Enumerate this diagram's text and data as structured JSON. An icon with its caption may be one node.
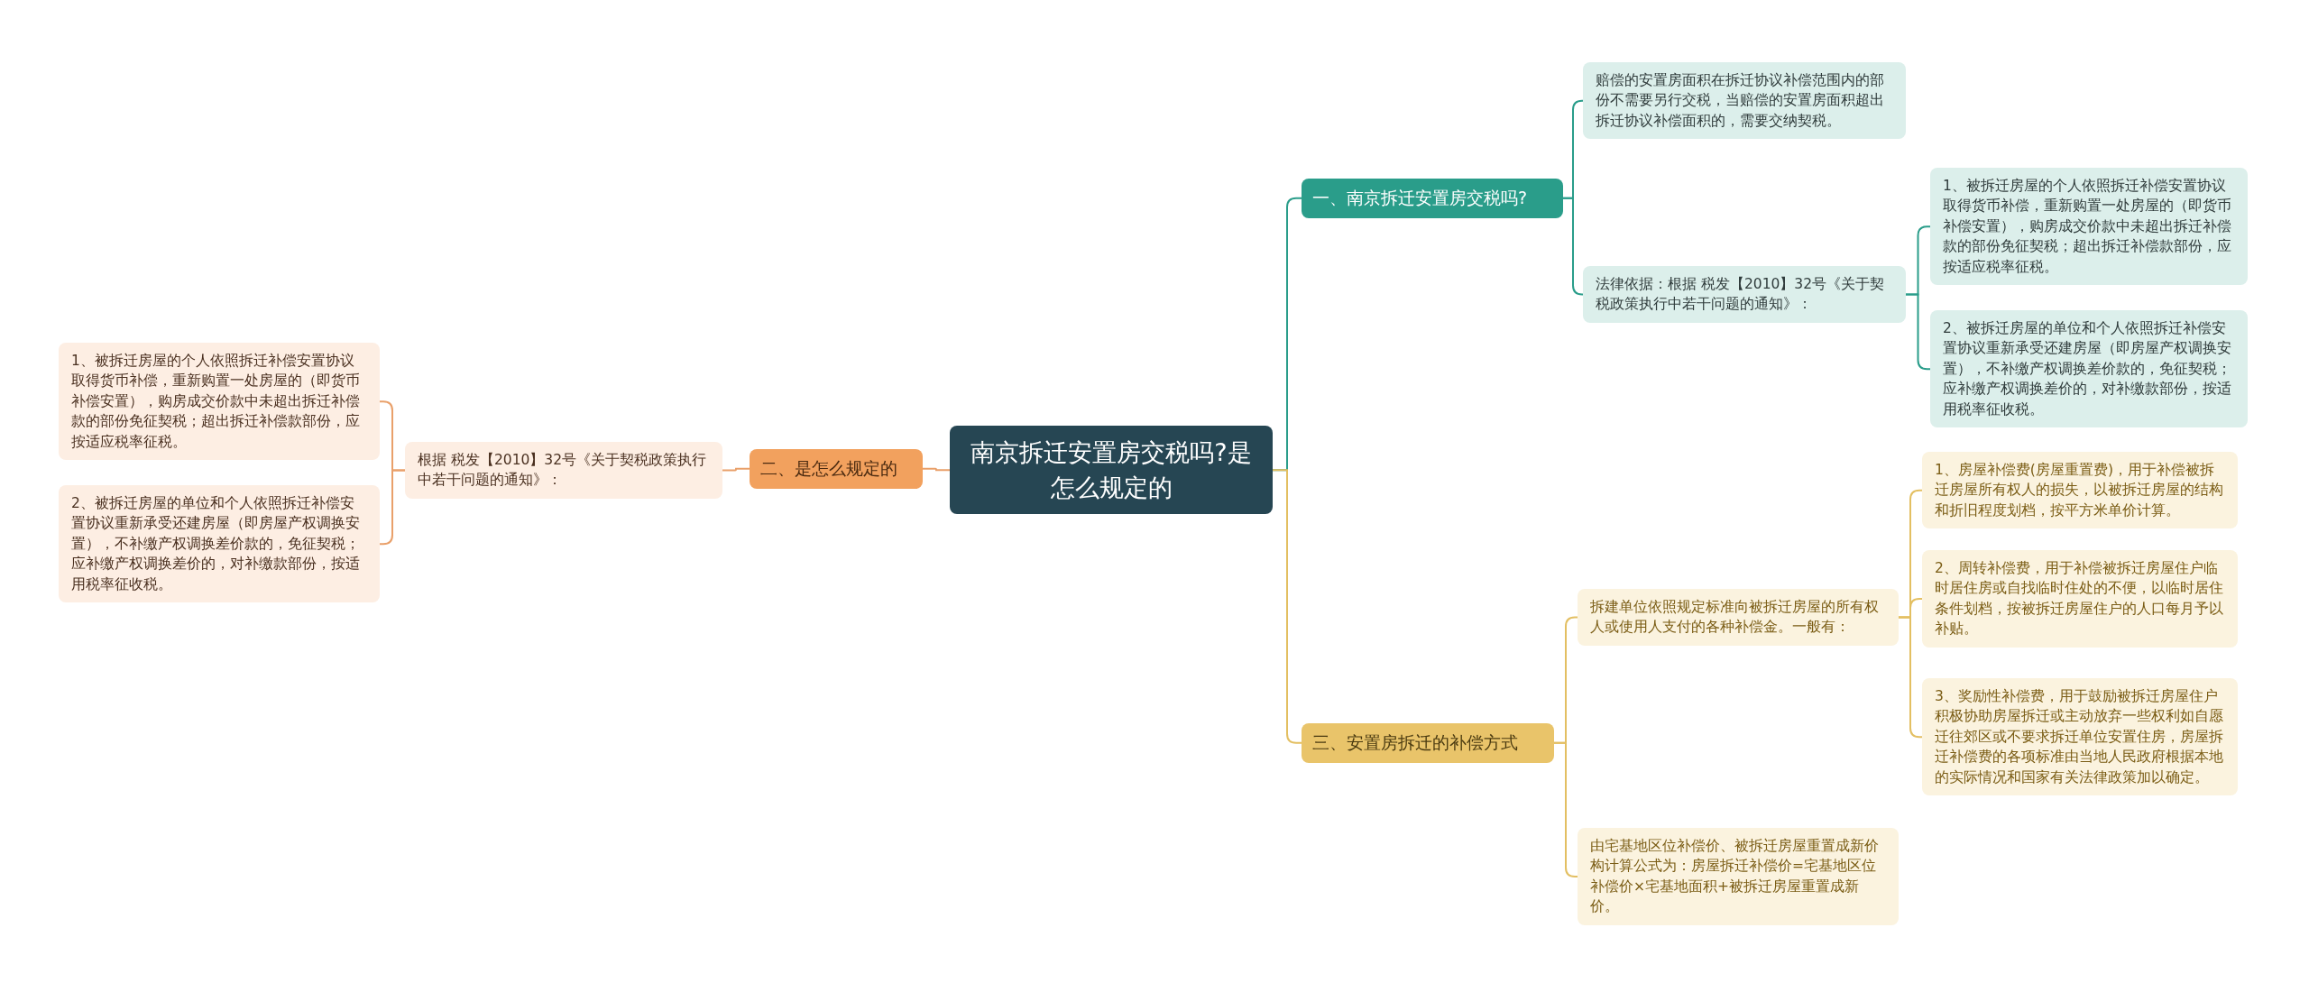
{
  "diagram": {
    "nodes": [
      {
        "text": [
          "南京拆迁安置房交税吗?是怎么规定的"
        ]
      },
      {
        "text": [
          "一、南京拆迁安置房交税吗?"
        ]
      },
      {
        "text": [
          "赔偿的安置房面积在拆迁协议补偿范围内的部份不需要另行交税，当赔偿的安置房面积超出拆迁协议补偿面积的，需要交纳契税。"
        ]
      },
      {
        "text": [
          "法律依据：根据 税发【2010】32号《关于契税政策执行中若干问题的通知》："
        ]
      },
      {
        "text": [
          "1、被拆迁房屋的个人依照拆迁补偿安置协议取得货币补偿，重新购置一处房屋的（即货币补偿安置），购房成交价款中未超出拆迁补偿款的部份免征契税；超出拆迁补偿款部份，应按适应税率征税。"
        ]
      },
      {
        "text": [
          "2、被拆迁房屋的单位和个人依照拆迁补偿安置协议重新承受还建房屋（即房屋产权调换安置），不补缴产权调换差价款的，免征契税；应补缴产权调换差价的，对补缴款部份，按适用税率征收税。"
        ]
      },
      {
        "text": [
          "二、是怎么规定的"
        ]
      },
      {
        "text": [
          "根据 税发【2010】32号《关于契税政策执行中若干问题的通知》："
        ]
      },
      {
        "text": [
          "1、被拆迁房屋的个人依照拆迁补偿安置协议取得货币补偿，重新购置一处房屋的（即货币补偿安置），购房成交价款中未超出拆迁补偿款的部份免征契税；超出拆迁补偿款部份，应按适应税率征税。"
        ]
      },
      {
        "text": [
          "2、被拆迁房屋的单位和个人依照拆迁补偿安置协议重新承受还建房屋（即房屋产权调换安置），不补缴产权调换差价款的，免征契税；应补缴产权调换差价的，对补缴款部份，按适用税率征收税。"
        ]
      },
      {
        "text": [
          "三、安置房拆迁的补偿方式"
        ]
      },
      {
        "text": [
          "拆建单位依照规定标准向被拆迁房屋的所有权人或使用人支付的各种补偿金。一般有："
        ]
      },
      {
        "text": [
          "1、房屋补偿费(房屋重置费)，用于补偿被拆迁房屋所有权人的损失，以被拆迁房屋的结构和折旧程度划档，按平方米单价计算。"
        ]
      },
      {
        "text": [
          "2、周转补偿费，用于补偿被拆迁房屋住户临时居住房或自找临时住处的不便，以临时居住条件划档，按被拆迁房屋住户的人口每月予以补贴。"
        ]
      },
      {
        "text": [
          "3、奖励性补偿费，用于鼓励被拆迁房屋住户积极协助房屋拆迁或主动放弃一些权利如自愿迁往郊区或不要求拆迁单位安置住房，房屋拆迁补偿费的各项标准由当地人民政府根据本地的实际情况和国家有关法律政策加以确定。"
        ]
      },
      {
        "text": [
          "由宅基地区位补偿价、被拆迁房屋重置成新价构计算公式为：房屋拆迁补偿价=宅基地区位补偿价×宅基地面积+被拆迁房屋重置成新价。"
        ]
      }
    ],
    "edges": [
      {
        "from": 0,
        "to": 1,
        "arrow": "none",
        "color": "#2a9d8a"
      },
      {
        "from": 1,
        "to": 2,
        "arrow": "none",
        "color": "#2a9d8a"
      },
      {
        "from": 1,
        "to": 3,
        "arrow": "none",
        "color": "#2a9d8a"
      },
      {
        "from": 3,
        "to": 4,
        "arrow": "none",
        "color": "#2a9d8a"
      },
      {
        "from": 3,
        "to": 5,
        "arrow": "none",
        "color": "#2a9d8a"
      },
      {
        "from": 0,
        "to": 6,
        "arrow": "none",
        "color": "#e9a06a"
      },
      {
        "from": 6,
        "to": 7,
        "arrow": "none",
        "color": "#e9a06a"
      },
      {
        "from": 7,
        "to": 8,
        "arrow": "none",
        "color": "#e9a06a"
      },
      {
        "from": 7,
        "to": 9,
        "arrow": "none",
        "color": "#e9a06a"
      },
      {
        "from": 0,
        "to": 10,
        "arrow": "none"
      },
      {
        "from": 10,
        "to": 11,
        "arrow": "none"
      },
      {
        "from": 10,
        "to": 15,
        "arrow": "none"
      },
      {
        "from": 11,
        "to": 12,
        "arrow": "none"
      },
      {
        "from": 11,
        "to": 13,
        "arrow": "none"
      },
      {
        "from": 11,
        "to": 14,
        "arrow": "none"
      }
    ]
  }
}
